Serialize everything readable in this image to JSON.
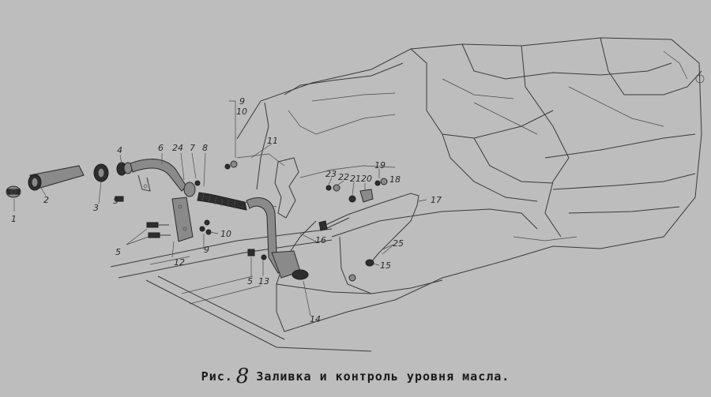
{
  "figure": {
    "prefix": "Рис.",
    "number": "8",
    "title": "Заливка и контроль уровня масла."
  },
  "callouts": [
    "1",
    "2",
    "3",
    "4",
    "5",
    "5",
    "5",
    "6",
    "7",
    "8",
    "9",
    "9",
    "10",
    "10",
    "11",
    "12",
    "13",
    "14",
    "15",
    "16",
    "17",
    "18",
    "19",
    "20",
    "21",
    "22",
    "23",
    "24",
    "25"
  ]
}
